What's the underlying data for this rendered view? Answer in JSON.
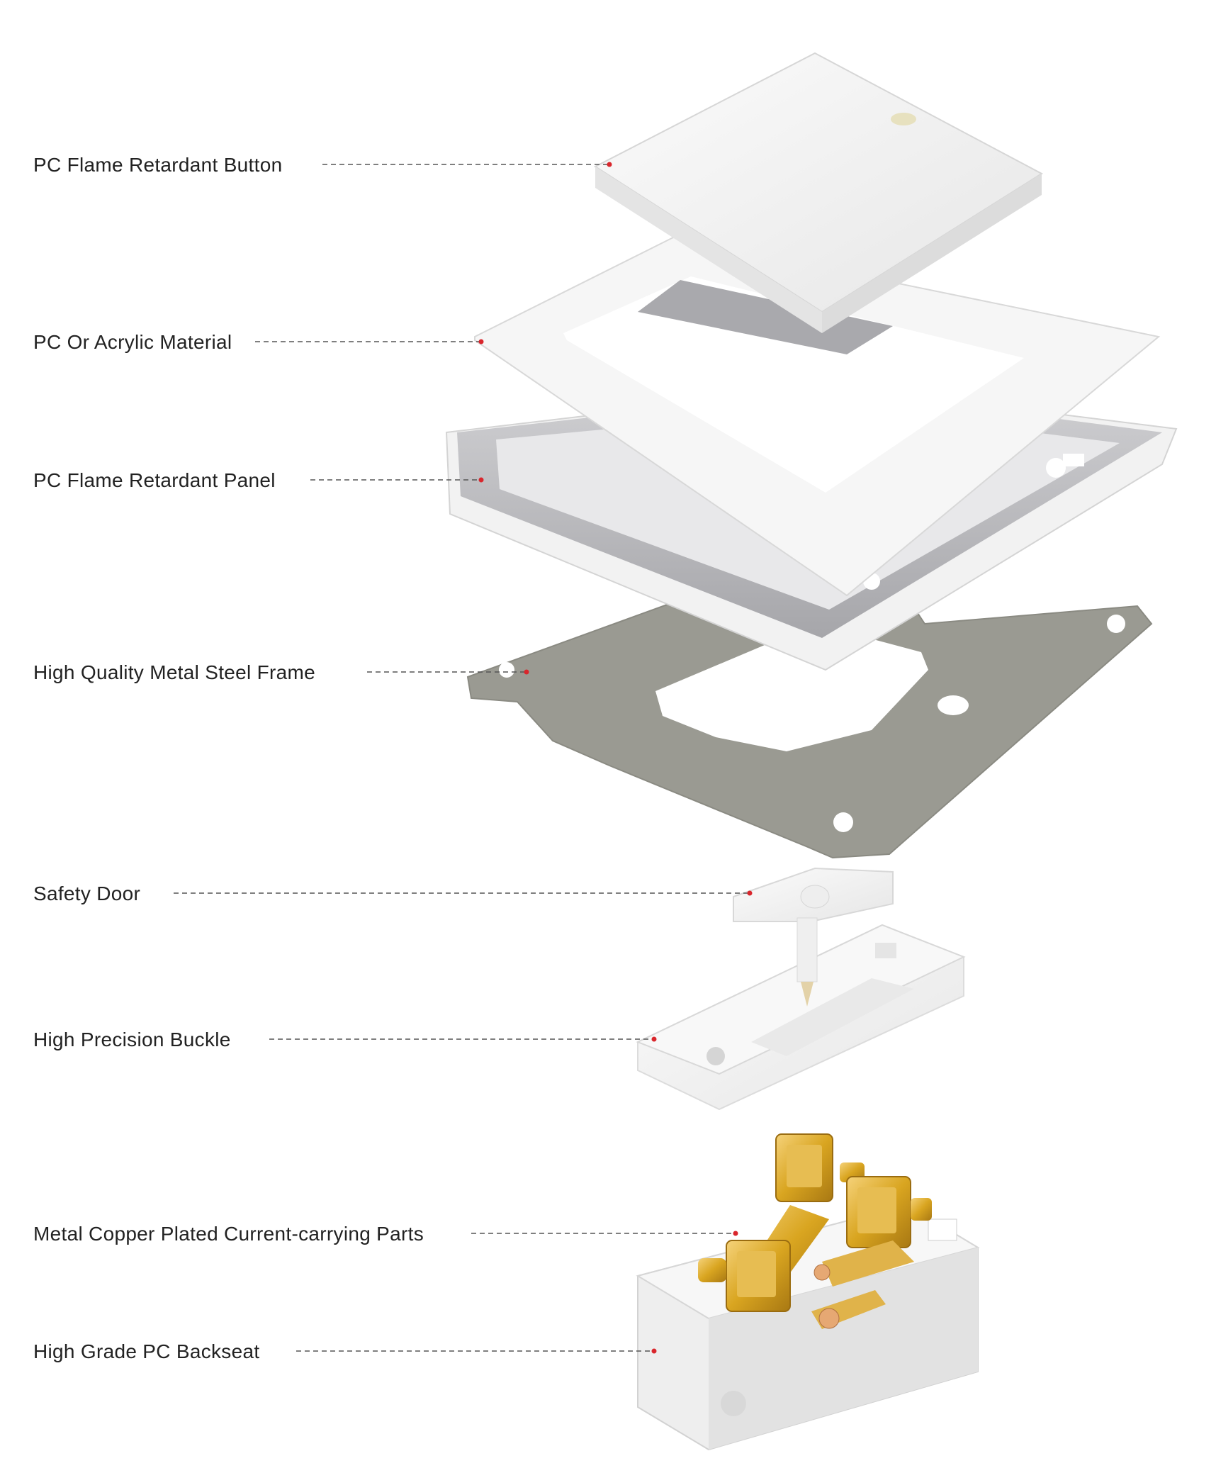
{
  "labels": [
    "PC Flame Retardant Button",
    "PC Or Acrylic Material",
    "PC Flame Retardant Panel",
    "High Quality Metal Steel Frame",
    "Safety Door",
    "High Precision Buckle",
    "Metal Copper Plated Current-carrying Parts",
    "High Grade PC Backseat"
  ],
  "colors": {
    "text": "#222222",
    "leader_line": "#555555",
    "marker_dot": "#d9262c",
    "white_plastic": "#f4f4f4",
    "steel_gray": "#9a9a92",
    "metal_tray": "#b8b8bc",
    "copper": "#d9a520"
  }
}
